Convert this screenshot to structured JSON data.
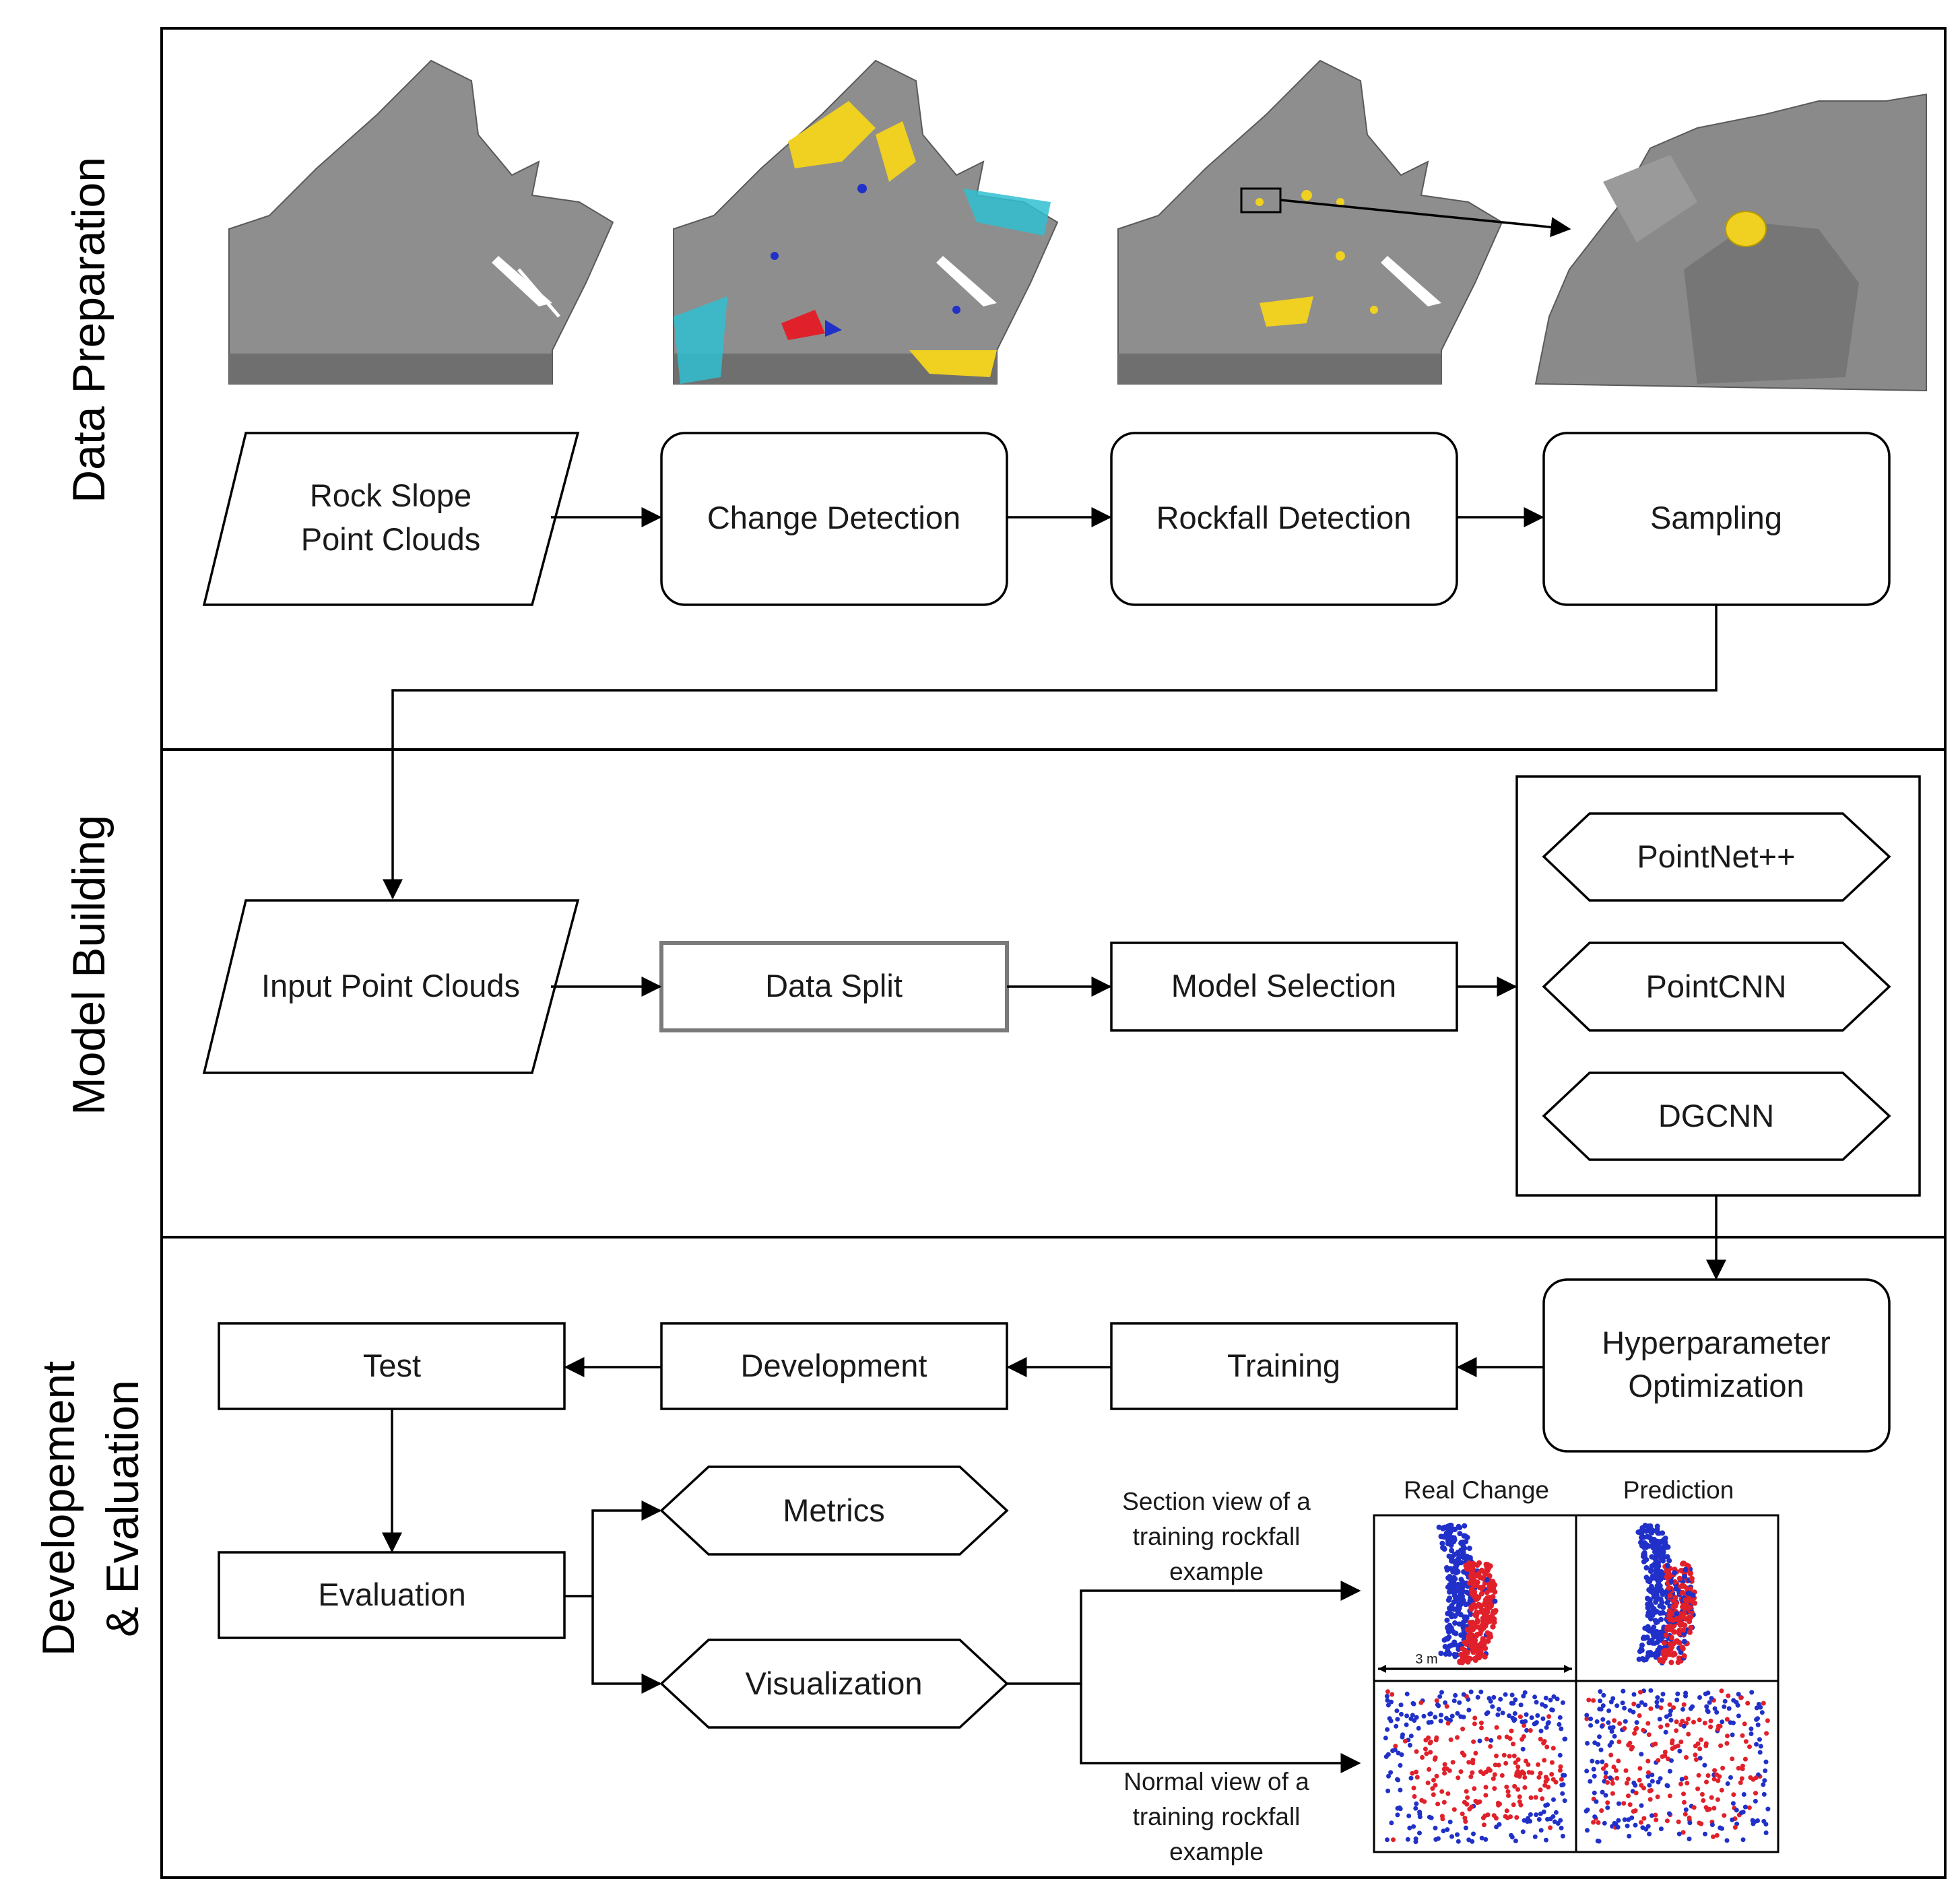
{
  "sections": {
    "data_preparation": "Data Preparation",
    "model_building": "Model Building",
    "development_line1": "Developement",
    "development_line2": "& Evaluation"
  },
  "data_preparation": {
    "rock_slope_line1": "Rock Slope",
    "rock_slope_line2": "Point Clouds",
    "change_detection": "Change Detection",
    "rockfall_detection": "Rockfall Detection",
    "sampling": "Sampling"
  },
  "model_building": {
    "input_point_clouds": "Input Point Clouds",
    "data_split": "Data Split",
    "model_selection": "Model Selection",
    "models": [
      "PointNet++",
      "PointCNN",
      "DGCNN"
    ]
  },
  "evaluation": {
    "hyperparameter_line1": "Hyperparameter",
    "hyperparameter_line2": "Optimization",
    "training": "Training",
    "development": "Development",
    "test": "Test",
    "evaluation": "Evaluation",
    "metrics": "Metrics",
    "visualization": "Visualization",
    "section_view": [
      "Section view of a",
      "training rockfall",
      "example"
    ],
    "normal_view": [
      "Normal view of a",
      "training rockfall",
      "example"
    ],
    "real_change": "Real Change",
    "prediction": "Prediction",
    "scale": "3 m"
  },
  "colors": {
    "change_blue": "#2030c8",
    "change_red": "#e0202a",
    "rockfall_yellow": "#f0d020",
    "change_cyan": "#30c0d0"
  }
}
